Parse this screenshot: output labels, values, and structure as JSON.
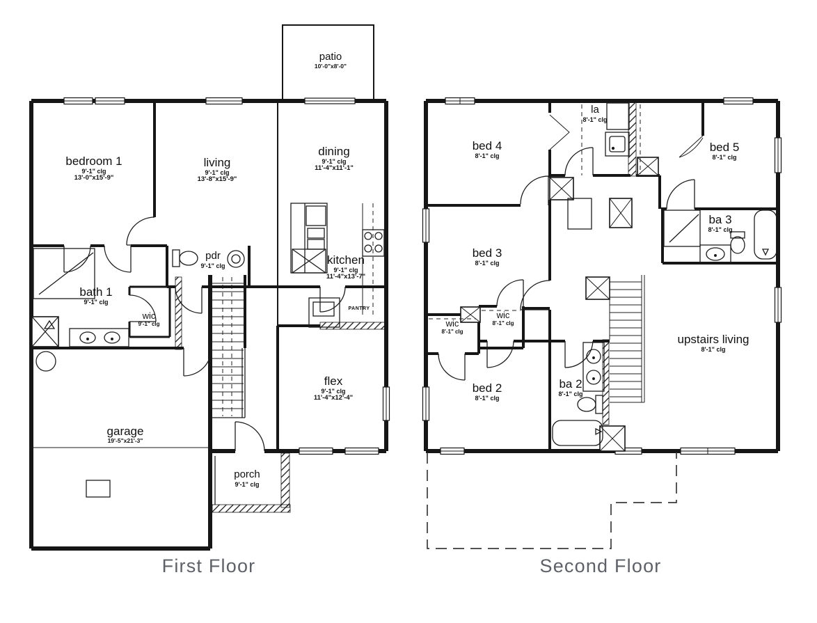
{
  "page": {
    "background": "#ffffff"
  },
  "colors": {
    "wall": "#161616",
    "caption_text": "#5e6167",
    "label_text": "#101010",
    "footprint_dash": "#3a3a3a"
  },
  "first_floor": {
    "caption": "First Floor",
    "rooms": {
      "patio": {
        "name": "patio",
        "dims": "10'-0\"x8'-0\""
      },
      "bedroom1": {
        "name": "bedroom 1",
        "clg": "9'-1\" clg",
        "dims": "13'-0\"x15'-9\""
      },
      "living": {
        "name": "living",
        "clg": "9'-1\" clg",
        "dims": "13'-8\"x15'-9\""
      },
      "dining": {
        "name": "dining",
        "clg": "9'-1\" clg",
        "dims": "11'-4\"x11'-1\""
      },
      "kitchen": {
        "name": "kitchen",
        "clg": "9'-1\" clg",
        "dims": "11'-4\"x13'-7\""
      },
      "pdr": {
        "name": "pdr",
        "clg": "9'-1\" clg"
      },
      "bath1": {
        "name": "bath 1",
        "clg": "9'-1\" clg"
      },
      "wic": {
        "name": "wic",
        "clg": "9'-1\" clg"
      },
      "pantry": {
        "name": "PANTRY"
      },
      "flex": {
        "name": "flex",
        "clg": "9'-1\" clg",
        "dims": "11'-4\"x12'-4\""
      },
      "garage": {
        "name": "garage",
        "dims": "19'-5\"x21'-3\""
      },
      "porch": {
        "name": "porch",
        "clg": "9'-1\" clg"
      }
    }
  },
  "second_floor": {
    "caption": "Second Floor",
    "rooms": {
      "bed4": {
        "name": "bed 4",
        "clg": "8'-1\" clg"
      },
      "la": {
        "name": "la",
        "clg": "8'-1\" clg"
      },
      "bed5": {
        "name": "bed 5",
        "clg": "8'-1\" clg"
      },
      "ba3": {
        "name": "ba 3",
        "clg": "8'-1\" clg"
      },
      "bed3": {
        "name": "bed 3",
        "clg": "8'-1\" clg"
      },
      "wic_a": {
        "name": "wic",
        "clg": "8'-1\" clg"
      },
      "wic_b": {
        "name": "wic",
        "clg": "8'-1\" clg"
      },
      "bed2": {
        "name": "bed 2",
        "clg": "8'-1\" clg"
      },
      "ba2": {
        "name": "ba 2",
        "clg": "8'-1\" clg"
      },
      "upstairs_living": {
        "name": "upstairs living",
        "clg": "8'-1\" clg"
      }
    }
  }
}
